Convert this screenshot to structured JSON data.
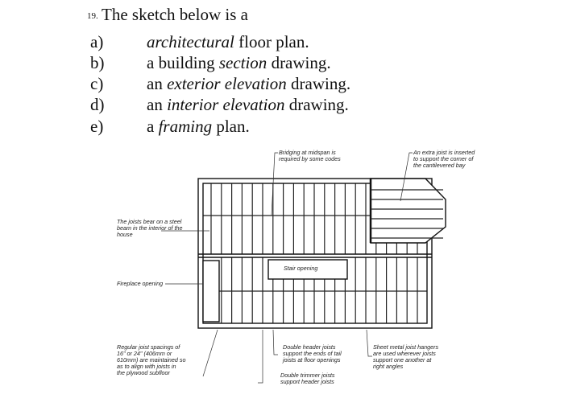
{
  "question": {
    "number": "19.",
    "stem": "The sketch below is a",
    "options": [
      {
        "letter": "a)",
        "before": "",
        "em": "architectural",
        "after": " floor plan."
      },
      {
        "letter": "b)",
        "before": "a building ",
        "em": "section",
        "after": " drawing."
      },
      {
        "letter": "c)",
        "before": "an ",
        "em": "exterior elevation",
        "after": " drawing."
      },
      {
        "letter": "d)",
        "before": "an ",
        "em": "interior elevation",
        "after": " drawing."
      },
      {
        "letter": "e)",
        "before": "a ",
        "em": "framing",
        "after": " plan."
      }
    ]
  },
  "sketch": {
    "notes": {
      "bridging": "Bridging at midspan is\nrequired by some codes",
      "extra_joist": "An extra joist is inserted\nto support the corner of\nthe cantilevered bay",
      "steel_beam": "The joists bear on a steel\nbeam in the interior of the\nhouse",
      "fireplace": "Fireplace opening",
      "stair": "Stair opening",
      "spacing": "Regular joist spacings of\n16\" or 24\" (406mm or\n610mm) are maintained so\nas to align with joists in\nthe plywood subfloor",
      "double_header": "Double header joists\nsupport the ends of tail\njoists at floor openings",
      "double_trimmer": "Double trimmer joists\nsupport header joists",
      "hangers": "Sheet metal joist hangers\nare used wherever joists\nsupport one another at\nright angles"
    }
  }
}
